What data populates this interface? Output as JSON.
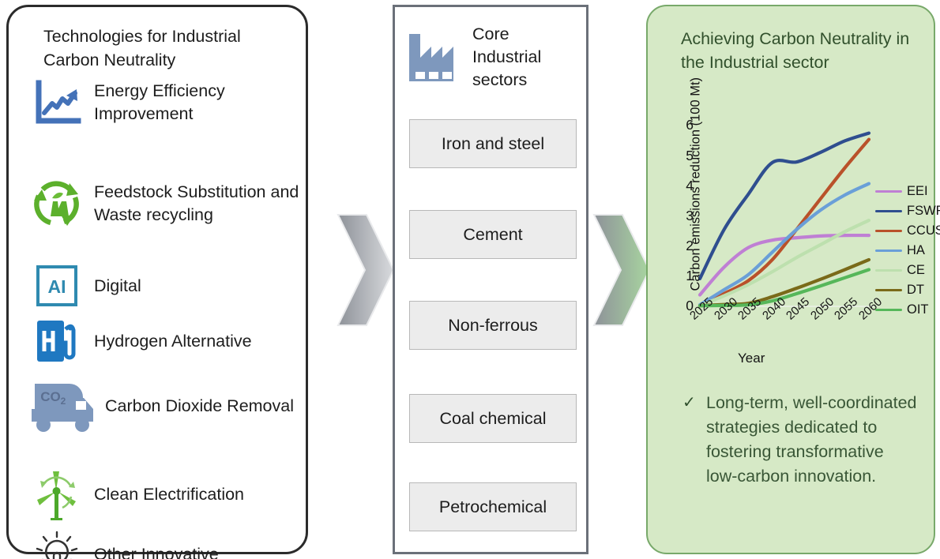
{
  "left": {
    "title": "Technologies for Industrial Carbon Neutrality",
    "items": [
      {
        "icon": "line-chart-up-icon",
        "label": "Energy Efficiency Improvement",
        "color": "#4472b8"
      },
      {
        "icon": "recycling-factory-icon",
        "label": "Feedstock Substitution and Waste recycling",
        "color": "#5cb02c"
      },
      {
        "icon": "ai-box-icon",
        "label": "Digital",
        "color": "#2f8ab0"
      },
      {
        "icon": "hydrogen-pump-icon",
        "label": "Hydrogen Alternative",
        "color": "#1f78c1"
      },
      {
        "icon": "co2-truck-icon",
        "label": "Carbon Dioxide Removal",
        "color": "#7e98bd"
      },
      {
        "icon": "wind-turbine-icon",
        "label": "Clean Electrification",
        "color": "#5cb02c"
      },
      {
        "icon": "lightbulb-icon",
        "label": "Other Innovative",
        "color": "#333333"
      }
    ]
  },
  "middle": {
    "heading": "Core Industrial sectors",
    "heading_icon": "factory-icon",
    "sectors": [
      "Iron and steel",
      "Cement",
      "Non-ferrous",
      "Coal chemical",
      "Petrochemical"
    ]
  },
  "right": {
    "title": "Achieving Carbon Neutrality in the Industrial sector",
    "bullet_marker": "✓",
    "bullet_text": "Long-term, well-coordinated strategies dedicated to fostering transformative low-carbon innovation.",
    "panel_fill": "#d6e9c6",
    "panel_border": "#78a96a"
  },
  "arrows": [
    {
      "name": "chevron-arrow-1",
      "from_color": "#8e9299",
      "to_color": "#d3d5d8"
    },
    {
      "name": "chevron-arrow-2",
      "from_color": "#8e9299",
      "to_color": "#a8d5a0"
    }
  ],
  "chart_data": {
    "type": "line",
    "title": "",
    "xlabel": "Year",
    "ylabel": "Carbon emissions reduction (100 Mt)",
    "categories": [
      2025,
      2030,
      2035,
      2040,
      2045,
      2050,
      2055,
      2060
    ],
    "x": [
      2025,
      2030,
      2035,
      2040,
      2045,
      2050,
      2055,
      2060
    ],
    "xlim": [
      2025,
      2060
    ],
    "ylim": [
      0,
      6.3
    ],
    "yticks": [
      0,
      1,
      2,
      3,
      4,
      5,
      6
    ],
    "grid": false,
    "legend_position": "right",
    "series": [
      {
        "name": "EEI",
        "color": "#bf7fd4",
        "values": [
          0.38,
          1.3,
          1.95,
          2.2,
          2.28,
          2.34,
          2.36,
          2.36
        ]
      },
      {
        "name": "FSWR",
        "color": "#2f4e8f",
        "values": [
          0.92,
          2.55,
          3.72,
          4.78,
          4.8,
          5.12,
          5.5,
          5.76
        ]
      },
      {
        "name": "CCUS",
        "color": "#b9512a",
        "values": [
          0.04,
          0.42,
          0.85,
          1.55,
          2.55,
          3.58,
          4.6,
          5.55
        ]
      },
      {
        "name": "HA",
        "color": "#6a9fd8",
        "values": [
          0.05,
          0.55,
          1.05,
          1.8,
          2.55,
          3.2,
          3.7,
          4.08
        ]
      },
      {
        "name": "CE",
        "color": "#bde0ae",
        "values": [
          0.02,
          0.35,
          0.72,
          1.15,
          1.62,
          2.05,
          2.48,
          2.86
        ]
      },
      {
        "name": "DT",
        "color": "#7a6a19",
        "values": [
          0.02,
          0.06,
          0.1,
          0.32,
          0.6,
          0.9,
          1.22,
          1.55
        ]
      },
      {
        "name": "OIT",
        "color": "#56b75a",
        "values": [
          0.02,
          0.03,
          0.05,
          0.18,
          0.42,
          0.68,
          0.95,
          1.22
        ]
      }
    ]
  }
}
